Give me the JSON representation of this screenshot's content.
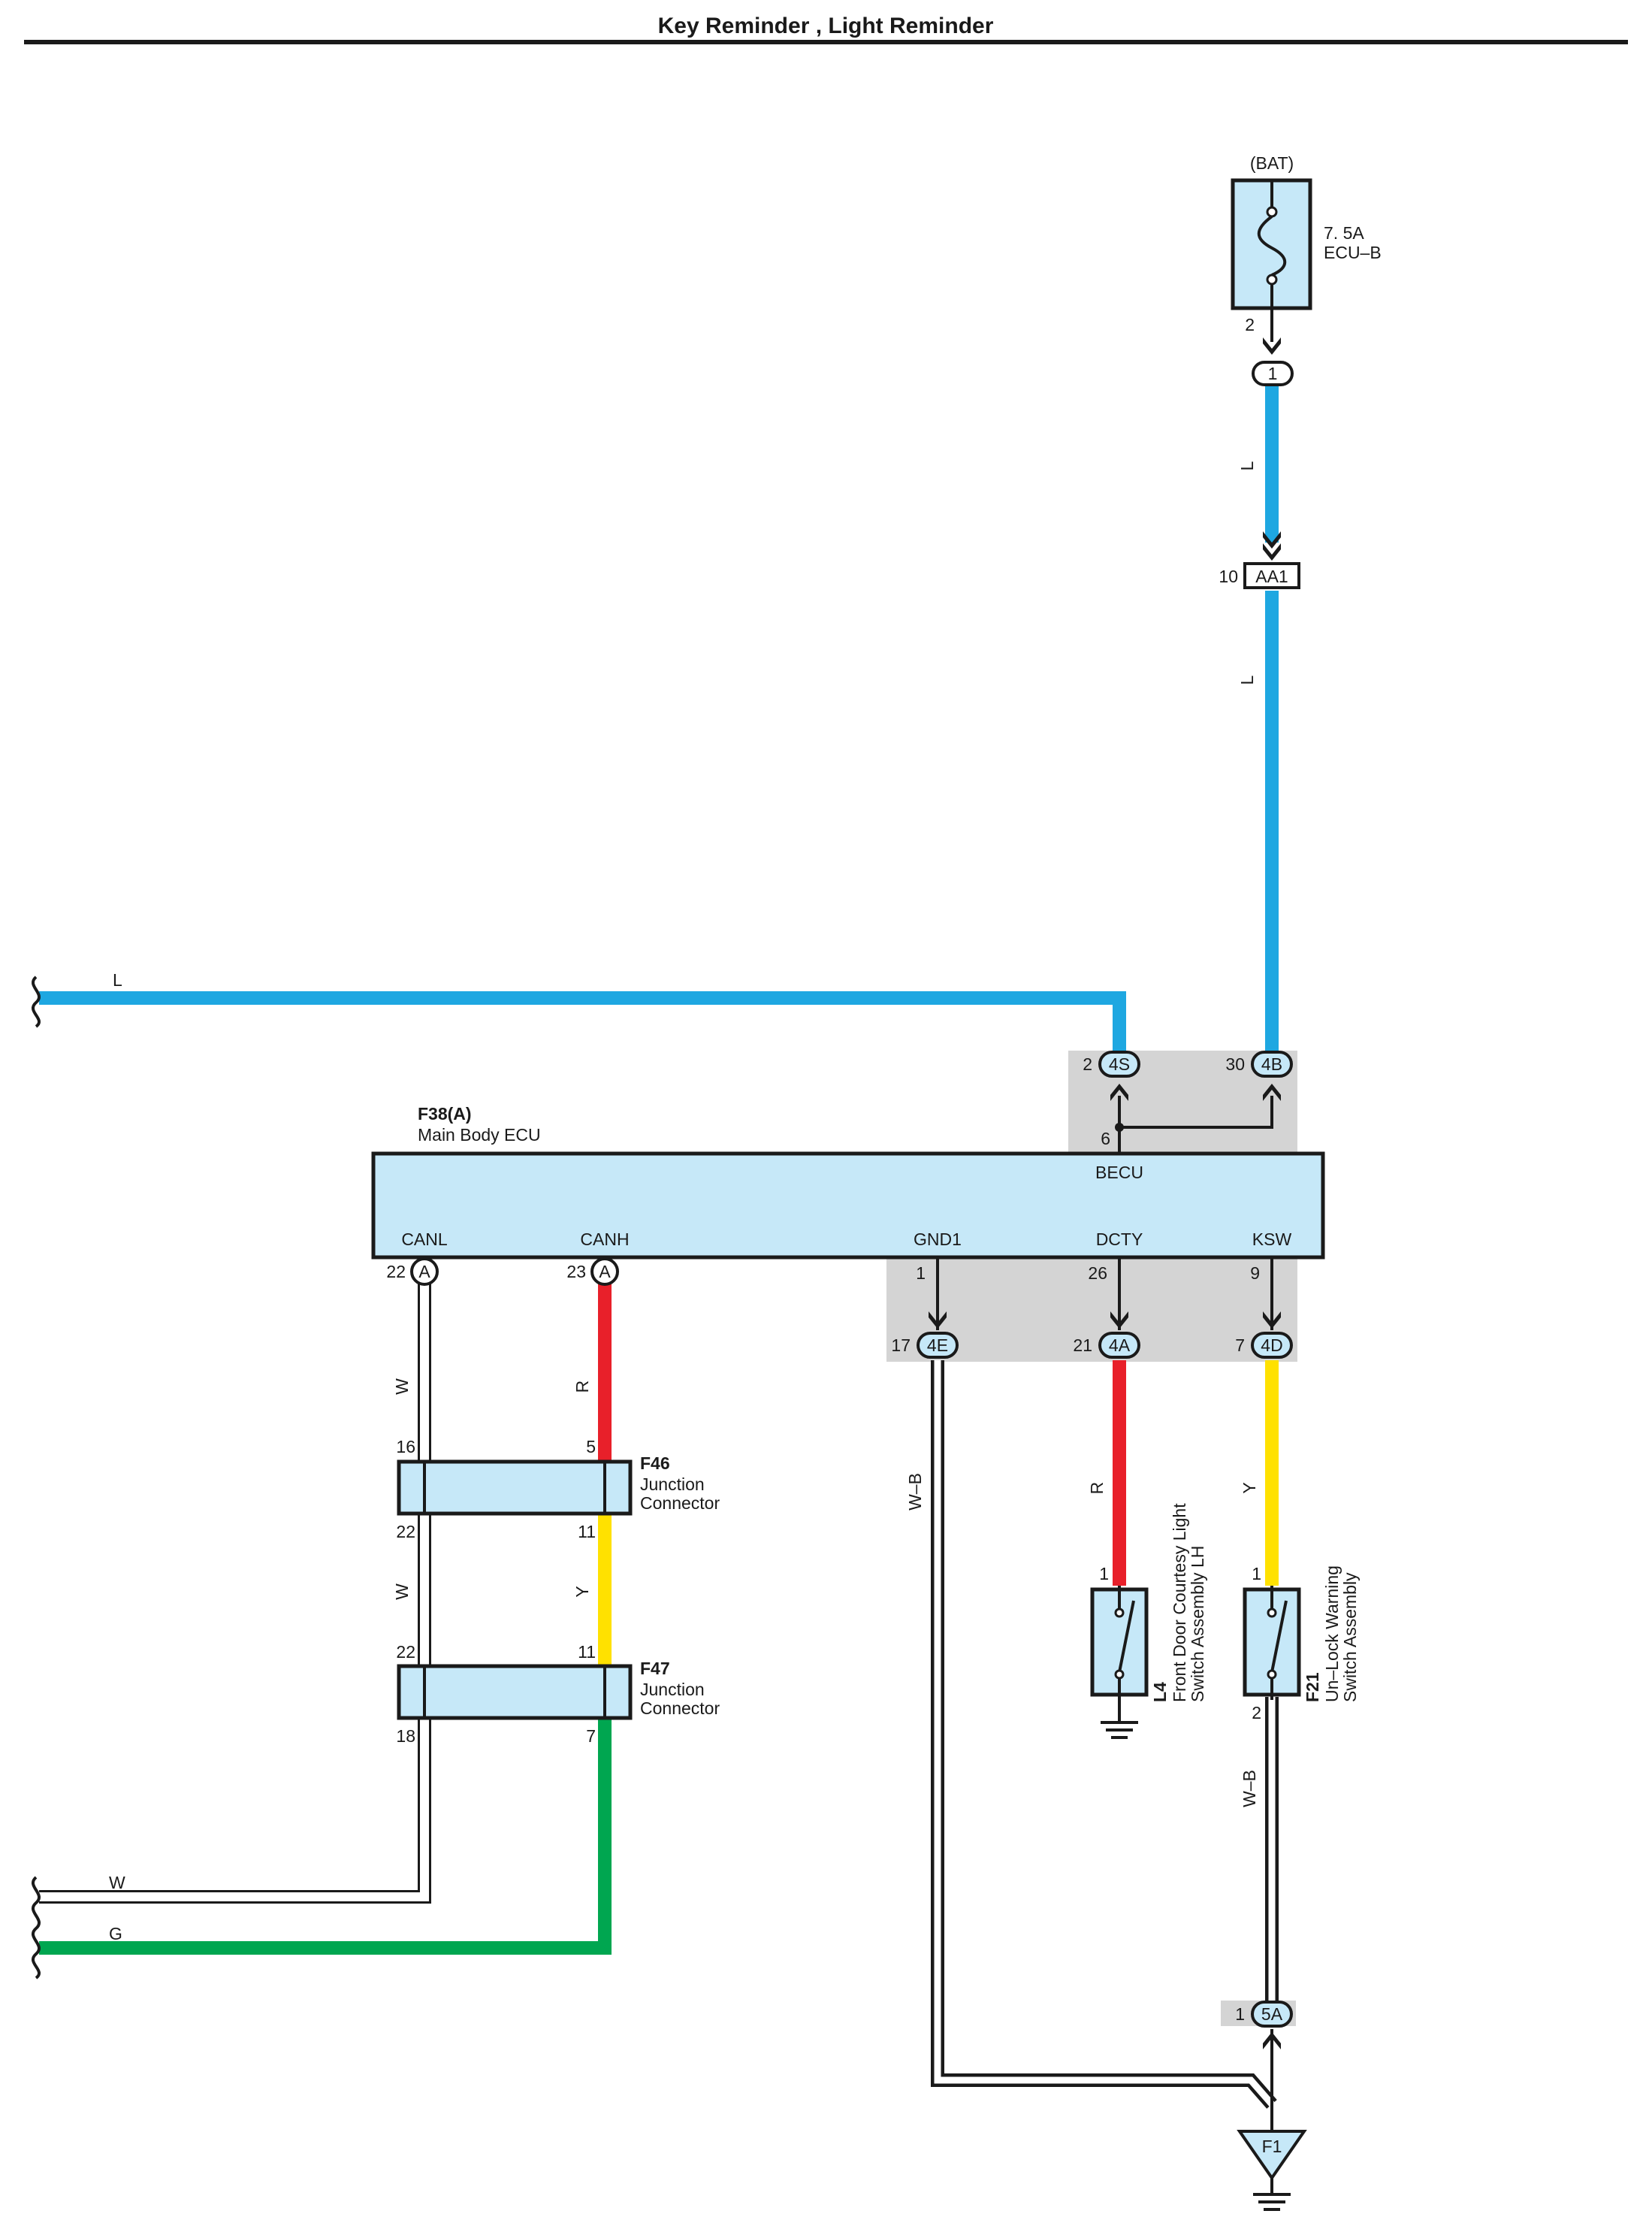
{
  "title": "Key Reminder , Light Reminder",
  "colors": {
    "L": "#1ea7e1",
    "R": "#e8202a",
    "Y": "#ffe100",
    "G": "#00a650",
    "W": "#ffffff",
    "component_fill": "#c6e8f8",
    "shade": "#d4d4d4"
  },
  "fuse": {
    "source": "(BAT)",
    "rating": "7. 5A",
    "name": "ECU–B",
    "pin": "2"
  },
  "connectors": {
    "c1": "1",
    "aa1": {
      "id": "AA1",
      "pin": "10"
    },
    "c4S": {
      "id": "4S",
      "pin": "2"
    },
    "c4B": {
      "id": "4B",
      "pin": "30"
    },
    "c4E": {
      "id": "4E",
      "pin": "17"
    },
    "c4A": {
      "id": "4A",
      "pin": "21"
    },
    "c4D": {
      "id": "4D",
      "pin": "7"
    },
    "c5A": {
      "id": "5A",
      "pin": "1"
    },
    "canl": {
      "id": "A",
      "pin": "22"
    },
    "canh": {
      "id": "A",
      "pin": "23"
    }
  },
  "ecu": {
    "code": "F38(A)",
    "name": "Main Body ECU",
    "pins": {
      "becu": {
        "label": "BECU",
        "num": "6"
      },
      "canl": {
        "label": "CANL"
      },
      "canh": {
        "label": "CANH"
      },
      "gnd1": {
        "label": "GND1",
        "num": "1"
      },
      "dcty": {
        "label": "DCTY",
        "num": "26"
      },
      "ksw": {
        "label": "KSW",
        "num": "9"
      }
    }
  },
  "f46": {
    "code": "F46",
    "line1": "Junction",
    "line2": "Connector",
    "p_tl": "16",
    "p_tr": "5",
    "p_bl": "22",
    "p_br": "11"
  },
  "f47": {
    "code": "F47",
    "line1": "Junction",
    "line2": "Connector",
    "p_tl": "22",
    "p_tr": "11",
    "p_bl": "18",
    "p_br": "7"
  },
  "l4": {
    "code": "L4",
    "line1": "Front Door Courtesy Light",
    "line2": "Switch Assembly LH",
    "pin": "1"
  },
  "f21": {
    "code": "F21",
    "line1": "Un–Lock Warning",
    "line2": "Switch Assembly",
    "pin_top": "1",
    "pin_bot": "2"
  },
  "ground": {
    "id": "F1"
  },
  "wires": {
    "l_top": "L",
    "l_mid": "L",
    "l_left": "L",
    "w_left": "W",
    "g_left": "G",
    "w1": "W",
    "w2": "W",
    "r_canh": "R",
    "y_canh": "Y",
    "wb_gnd": "W–B",
    "r_dcty": "R",
    "y_ksw": "Y",
    "wb_f21": "W–B"
  }
}
